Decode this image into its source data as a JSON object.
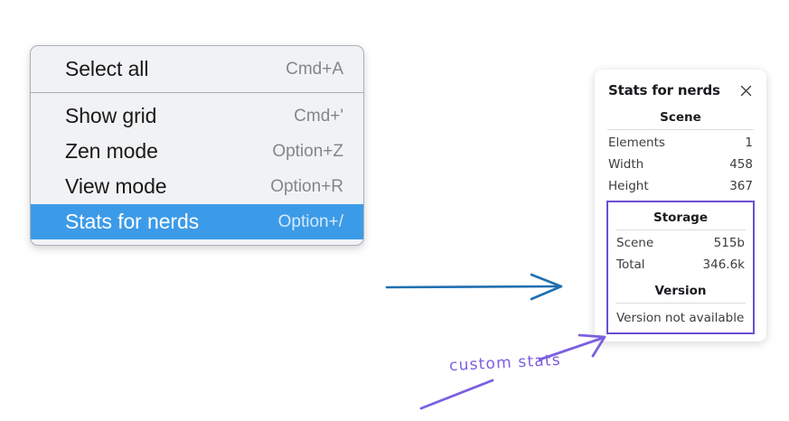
{
  "menu": {
    "sections": [
      {
        "items": [
          {
            "label": "Select all",
            "shortcut": "Cmd+A",
            "selected": false
          }
        ]
      },
      {
        "items": [
          {
            "label": "Show grid",
            "shortcut": "Cmd+'",
            "selected": false
          },
          {
            "label": "Zen mode",
            "shortcut": "Option+Z",
            "selected": false
          },
          {
            "label": "View mode",
            "shortcut": "Option+R",
            "selected": false
          },
          {
            "label": "Stats for nerds",
            "shortcut": "Option+/",
            "selected": true
          }
        ]
      }
    ]
  },
  "stats_panel": {
    "title": "Stats for nerds",
    "close_icon": "close-icon",
    "scene": {
      "heading": "Scene",
      "rows": [
        {
          "label": "Elements",
          "value": "1"
        },
        {
          "label": "Width",
          "value": "458"
        },
        {
          "label": "Height",
          "value": "367"
        }
      ]
    },
    "storage": {
      "heading": "Storage",
      "rows": [
        {
          "label": "Scene",
          "value": "515b"
        },
        {
          "label": "Total",
          "value": "346.6k"
        }
      ]
    },
    "version": {
      "heading": "Version",
      "note": "Version not available"
    }
  },
  "annotations": {
    "handwritten_label": "custom stats",
    "blue_arrow": "arrow-right-icon",
    "purple_arrow": "arrow-up-right-icon"
  },
  "colors": {
    "menu_highlight": "#3c9be8",
    "menu_background": "#f1f2f4",
    "menu_border": "#a9b0bb",
    "annotation_purple": "#7b5fe0",
    "highlight_border": "#6a4fd1",
    "annotation_blue": "#1f6fb0"
  }
}
